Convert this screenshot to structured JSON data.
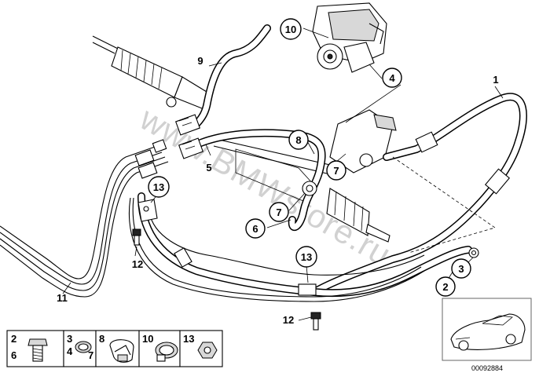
{
  "callouts": [
    {
      "id": "c1",
      "text": "1"
    },
    {
      "id": "c2",
      "text": "2"
    },
    {
      "id": "c3",
      "text": "3"
    },
    {
      "id": "c4",
      "text": "4"
    },
    {
      "id": "c5",
      "text": "5"
    },
    {
      "id": "c6",
      "text": "6"
    },
    {
      "id": "c7a",
      "text": "7"
    },
    {
      "id": "c7b",
      "text": "7"
    },
    {
      "id": "c8",
      "text": "8"
    },
    {
      "id": "c9",
      "text": "9"
    },
    {
      "id": "c10",
      "text": "10"
    },
    {
      "id": "c11",
      "text": "11"
    },
    {
      "id": "c12a",
      "text": "12"
    },
    {
      "id": "c12b",
      "text": "12"
    },
    {
      "id": "c13a",
      "text": "13"
    },
    {
      "id": "c13b",
      "text": "13"
    }
  ],
  "legend": {
    "cells": [
      {
        "top": "2",
        "bottom": "6",
        "icon": "bolt-icon"
      },
      {
        "top": "3",
        "bottom": "4",
        "extra": "7",
        "icon": "seal-ring-icon"
      },
      {
        "top": "8",
        "icon": "hose-clip-icon"
      },
      {
        "top": "10",
        "icon": "hose-clamp-icon"
      },
      {
        "top": "13",
        "icon": "nut-icon"
      }
    ]
  },
  "watermark": "www.BMWstore.ru",
  "image_code": "00092884",
  "colors": {
    "line": "#000000",
    "background": "#ffffff",
    "watermark": "#9a9a9a"
  }
}
